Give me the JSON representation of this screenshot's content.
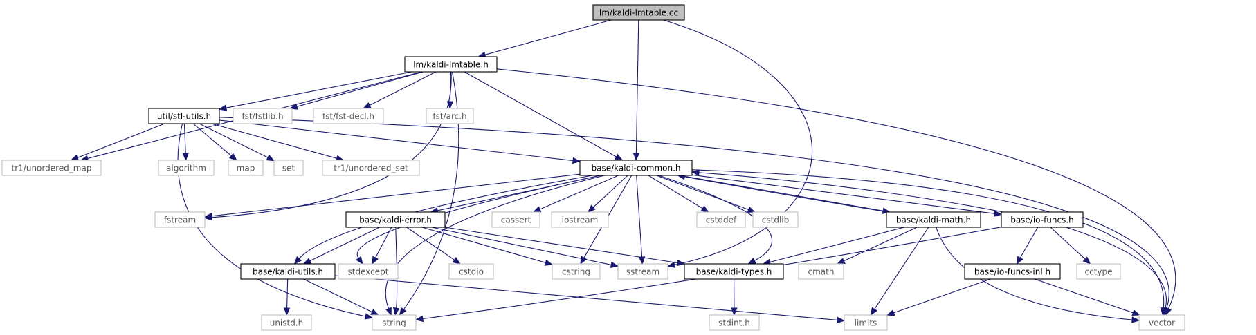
{
  "title": "lm/kaldi-lmtable.cc",
  "colors": {
    "edge": "#191970",
    "main_fill": "#bfbfbf",
    "local_border": "#000000",
    "system_border": "#bfbfbf",
    "system_text": "#555555"
  },
  "nodes": [
    {
      "id": "kaldi_lmtable_cc",
      "label": "lm/kaldi-lmtable.cc",
      "kind": "main"
    },
    {
      "id": "kaldi_lmtable_h",
      "label": "lm/kaldi-lmtable.h",
      "kind": "local"
    },
    {
      "id": "stl_utils_h",
      "label": "util/stl-utils.h",
      "kind": "local"
    },
    {
      "id": "fstlib_h",
      "label": "fst/fstlib.h",
      "kind": "system"
    },
    {
      "id": "fst_decl_h",
      "label": "fst/fst-decl.h",
      "kind": "system"
    },
    {
      "id": "arc_h",
      "label": "fst/arc.h",
      "kind": "system"
    },
    {
      "id": "tr1_unordered_map",
      "label": "tr1/unordered_map",
      "kind": "system"
    },
    {
      "id": "algorithm",
      "label": "algorithm",
      "kind": "system"
    },
    {
      "id": "map",
      "label": "map",
      "kind": "system"
    },
    {
      "id": "set",
      "label": "set",
      "kind": "system"
    },
    {
      "id": "tr1_unordered_set",
      "label": "tr1/unordered_set",
      "kind": "system"
    },
    {
      "id": "kaldi_common_h",
      "label": "base/kaldi-common.h",
      "kind": "local"
    },
    {
      "id": "fstream",
      "label": "fstream",
      "kind": "system"
    },
    {
      "id": "kaldi_error_h",
      "label": "base/kaldi-error.h",
      "kind": "local"
    },
    {
      "id": "cassert",
      "label": "cassert",
      "kind": "system"
    },
    {
      "id": "iostream",
      "label": "iostream",
      "kind": "system"
    },
    {
      "id": "cstddef",
      "label": "cstddef",
      "kind": "system"
    },
    {
      "id": "cstdlib",
      "label": "cstdlib",
      "kind": "system"
    },
    {
      "id": "kaldi_math_h",
      "label": "base/kaldi-math.h",
      "kind": "local"
    },
    {
      "id": "io_funcs_h",
      "label": "base/io-funcs.h",
      "kind": "local"
    },
    {
      "id": "kaldi_utils_h",
      "label": "base/kaldi-utils.h",
      "kind": "local"
    },
    {
      "id": "stdexcept",
      "label": "stdexcept",
      "kind": "system"
    },
    {
      "id": "cstdio",
      "label": "cstdio",
      "kind": "system"
    },
    {
      "id": "cstring",
      "label": "cstring",
      "kind": "system"
    },
    {
      "id": "sstream",
      "label": "sstream",
      "kind": "system"
    },
    {
      "id": "kaldi_types_h",
      "label": "base/kaldi-types.h",
      "kind": "local"
    },
    {
      "id": "cmath",
      "label": "cmath",
      "kind": "system"
    },
    {
      "id": "io_funcs_inl_h",
      "label": "base/io-funcs-inl.h",
      "kind": "local"
    },
    {
      "id": "cctype",
      "label": "cctype",
      "kind": "system"
    },
    {
      "id": "unistd_h",
      "label": "unistd.h",
      "kind": "system"
    },
    {
      "id": "string",
      "label": "string",
      "kind": "system"
    },
    {
      "id": "limits",
      "label": "limits",
      "kind": "system"
    },
    {
      "id": "stdint_h",
      "label": "stdint.h",
      "kind": "system"
    },
    {
      "id": "vector",
      "label": "vector",
      "kind": "system"
    }
  ],
  "edges": [
    [
      "kaldi_lmtable_cc",
      "kaldi_lmtable_h"
    ],
    [
      "kaldi_lmtable_cc",
      "kaldi_common_h"
    ],
    [
      "kaldi_lmtable_cc",
      "sstream"
    ],
    [
      "kaldi_lmtable_h",
      "stl_utils_h"
    ],
    [
      "kaldi_lmtable_h",
      "fstlib_h"
    ],
    [
      "kaldi_lmtable_h",
      "fst_decl_h"
    ],
    [
      "kaldi_lmtable_h",
      "arc_h"
    ],
    [
      "kaldi_lmtable_h",
      "tr1_unordered_map"
    ],
    [
      "kaldi_lmtable_h",
      "kaldi_common_h"
    ],
    [
      "kaldi_lmtable_h",
      "fstream"
    ],
    [
      "kaldi_lmtable_h",
      "string"
    ],
    [
      "kaldi_lmtable_h",
      "vector"
    ],
    [
      "stl_utils_h",
      "tr1_unordered_map"
    ],
    [
      "stl_utils_h",
      "algorithm"
    ],
    [
      "stl_utils_h",
      "map"
    ],
    [
      "stl_utils_h",
      "set"
    ],
    [
      "stl_utils_h",
      "tr1_unordered_set"
    ],
    [
      "stl_utils_h",
      "kaldi_common_h"
    ],
    [
      "stl_utils_h",
      "string"
    ],
    [
      "stl_utils_h",
      "vector"
    ],
    [
      "kaldi_common_h",
      "fstream"
    ],
    [
      "kaldi_common_h",
      "kaldi_error_h"
    ],
    [
      "kaldi_common_h",
      "cassert"
    ],
    [
      "kaldi_common_h",
      "iostream"
    ],
    [
      "kaldi_common_h",
      "cstddef"
    ],
    [
      "kaldi_common_h",
      "cstdlib"
    ],
    [
      "kaldi_common_h",
      "kaldi_math_h"
    ],
    [
      "kaldi_common_h",
      "io_funcs_h"
    ],
    [
      "kaldi_common_h",
      "kaldi_utils_h"
    ],
    [
      "kaldi_common_h",
      "stdexcept"
    ],
    [
      "kaldi_common_h",
      "cstring"
    ],
    [
      "kaldi_common_h",
      "sstream"
    ],
    [
      "kaldi_common_h",
      "kaldi_types_h"
    ],
    [
      "kaldi_common_h",
      "string"
    ],
    [
      "kaldi_common_h",
      "vector"
    ],
    [
      "kaldi_error_h",
      "kaldi_utils_h"
    ],
    [
      "kaldi_error_h",
      "stdexcept"
    ],
    [
      "kaldi_error_h",
      "cstdio"
    ],
    [
      "kaldi_error_h",
      "cstring"
    ],
    [
      "kaldi_error_h",
      "sstream"
    ],
    [
      "kaldi_error_h",
      "kaldi_types_h"
    ],
    [
      "kaldi_error_h",
      "string"
    ],
    [
      "kaldi_math_h",
      "kaldi_common_h"
    ],
    [
      "kaldi_math_h",
      "kaldi_types_h"
    ],
    [
      "kaldi_math_h",
      "cmath"
    ],
    [
      "kaldi_math_h",
      "limits"
    ],
    [
      "kaldi_math_h",
      "vector"
    ],
    [
      "io_funcs_h",
      "kaldi_common_h"
    ],
    [
      "io_funcs_h",
      "io_funcs_inl_h"
    ],
    [
      "io_funcs_h",
      "cctype"
    ],
    [
      "io_funcs_h",
      "string"
    ],
    [
      "io_funcs_h",
      "vector"
    ],
    [
      "io_funcs_inl_h",
      "limits"
    ],
    [
      "io_funcs_inl_h",
      "vector"
    ],
    [
      "kaldi_utils_h",
      "unistd_h"
    ],
    [
      "kaldi_utils_h",
      "string"
    ],
    [
      "kaldi_utils_h",
      "limits"
    ],
    [
      "kaldi_types_h",
      "stdint_h"
    ]
  ]
}
